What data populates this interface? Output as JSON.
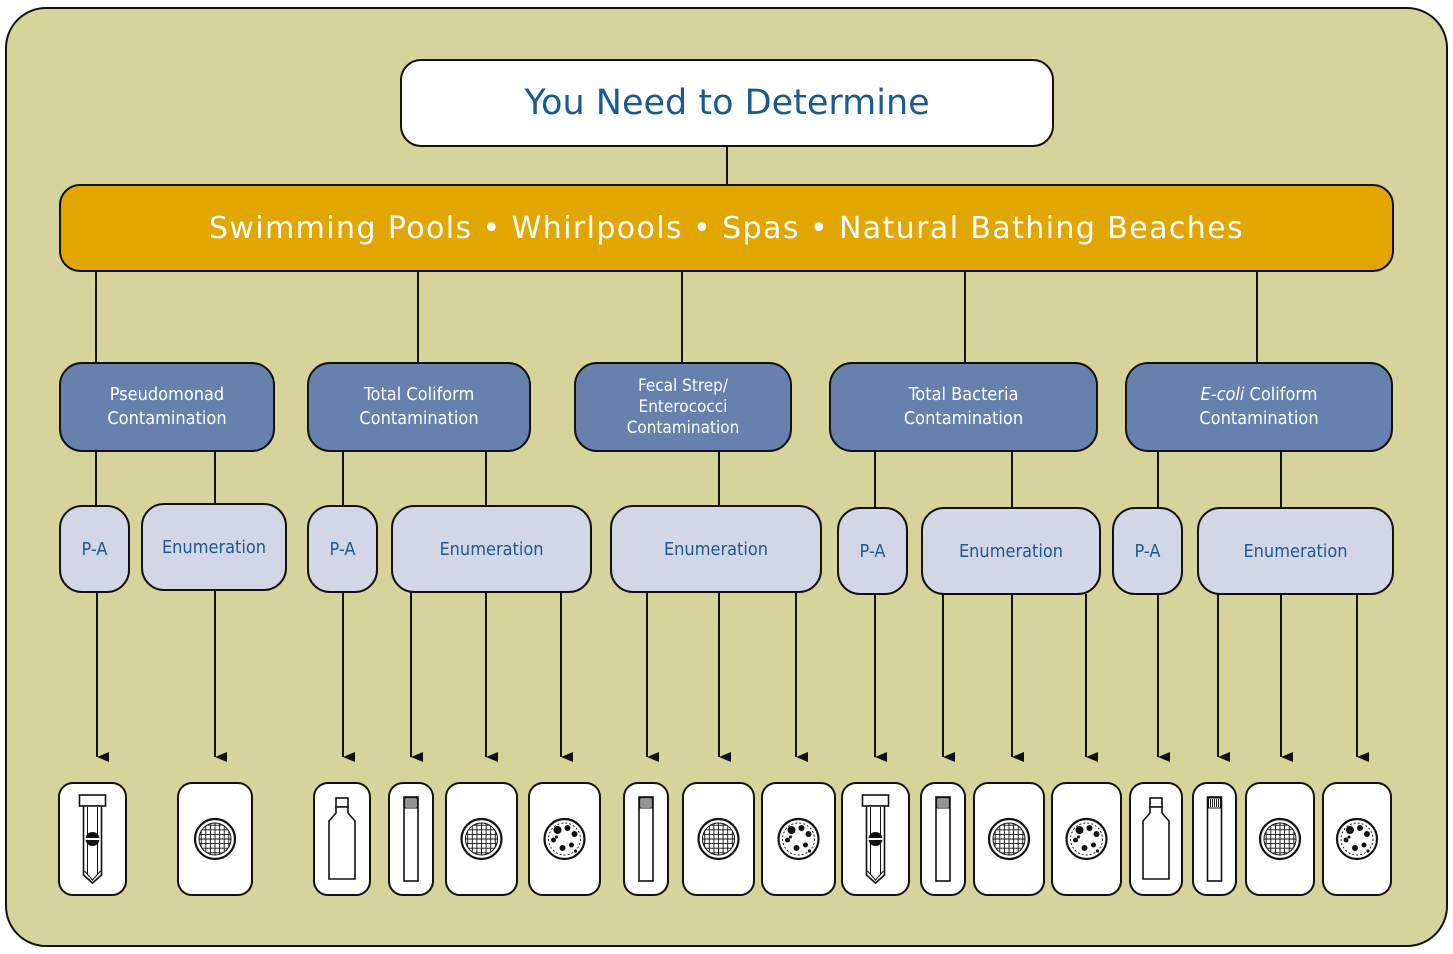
{
  "colors": {
    "panel_bg": "#d6d49b",
    "title_box": "#ffffff",
    "title_text": "#1a5a8c",
    "environment_bar": "#e1a600",
    "category_box": "#6681ae",
    "method_box": "#d3d6e6",
    "method_text": "#1a5a8c",
    "line": "#111111"
  },
  "title": "You Need to Determine",
  "environments": [
    "Swimming Pools",
    "Whirlpools",
    "Spas",
    "Natural Bathing Beaches"
  ],
  "environment_separator": "•",
  "categories": [
    {
      "lines": [
        "Pseudomonad",
        "Contamination"
      ],
      "methods": [
        {
          "label": "P-A",
          "products": [
            "vial-with-filter-icon"
          ]
        },
        {
          "label": "Enumeration",
          "products": [
            "membrane-filter-grid-icon"
          ]
        }
      ]
    },
    {
      "lines": [
        "Total Coliform",
        "Contamination"
      ],
      "methods": [
        {
          "label": "P-A",
          "products": [
            "sample-bottle-icon"
          ]
        },
        {
          "label": "Enumeration",
          "products": [
            "test-tube-icon",
            "membrane-filter-grid-icon",
            "colony-plate-icon"
          ]
        }
      ]
    },
    {
      "lines": [
        "Fecal Strep/",
        "Enterococci",
        "Contamination"
      ],
      "methods": [
        {
          "label": "Enumeration",
          "products": [
            "test-tube-icon",
            "membrane-filter-grid-icon",
            "colony-plate-icon"
          ]
        }
      ]
    },
    {
      "lines": [
        "Total Bacteria",
        "Contamination"
      ],
      "methods": [
        {
          "label": "P-A",
          "products": [
            "vial-with-filter-icon"
          ]
        },
        {
          "label": "Enumeration",
          "products": [
            "test-tube-icon",
            "membrane-filter-grid-icon",
            "colony-plate-icon"
          ]
        }
      ]
    },
    {
      "italic_prefix": "E-coli",
      "lines": [
        " Coliform",
        "Contamination"
      ],
      "methods": [
        {
          "label": "P-A",
          "products": [
            "sample-bottle-icon"
          ]
        },
        {
          "label": "Enumeration",
          "products": [
            "test-tube-icon",
            "membrane-filter-grid-icon",
            "colony-plate-icon"
          ]
        }
      ]
    }
  ]
}
